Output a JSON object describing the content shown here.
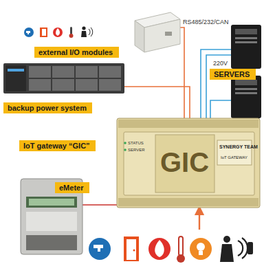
{
  "diagram": {
    "nodes": [
      {
        "text": [
          "external I/O modules"
        ]
      },
      {
        "text": [
          "SERVERS"
        ]
      },
      {
        "text": [
          "backup power system"
        ]
      },
      {
        "text": [
          "IoT gateway “GIC”"
        ]
      },
      {
        "text": [
          "eMeter"
        ]
      }
    ],
    "labels": [
      "RS485/232/CAN",
      "220V",
      "GIC",
      "SYNERGY TEAM",
      "IoT GATEWAY",
      "STATUS",
      "SERVER"
    ]
  }
}
